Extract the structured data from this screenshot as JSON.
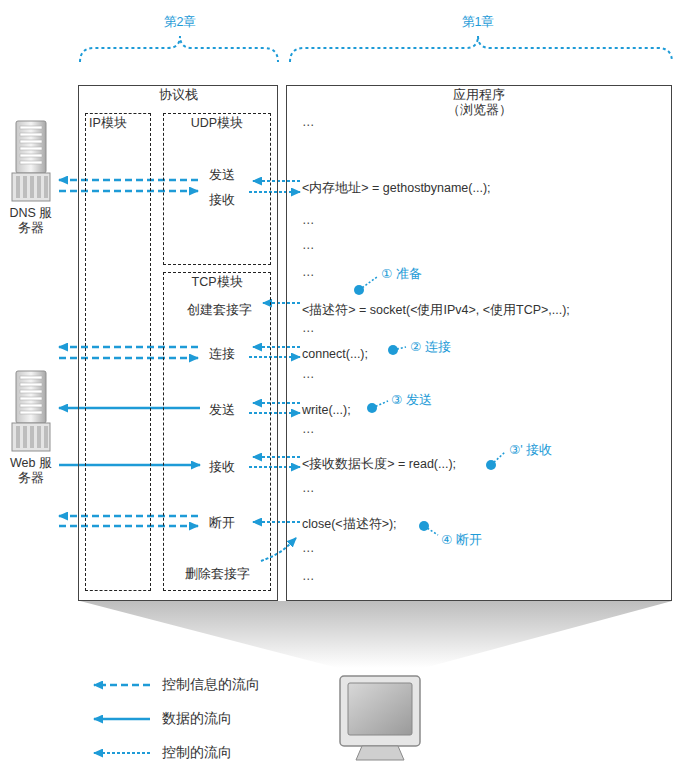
{
  "diagram": {
    "nodes": [
      {
        "text": [
          "协议栈"
        ]
      },
      {
        "text": [
          "IP模块"
        ],
        "in": 0
      },
      {
        "text": [
          "UDP模块"
        ],
        "in": 0
      },
      {
        "text": [
          "TCP模块"
        ],
        "in": 0
      },
      {
        "text": [
          "应用程序 （浏览器）"
        ]
      },
      {
        "text": [
          "DNS 服务器"
        ]
      },
      {
        "text": [
          "Web 服务器"
        ]
      }
    ],
    "edges": [
      {
        "from": 2,
        "to": 5,
        "arrow": "to"
      },
      {
        "from": 5,
        "to": 2,
        "arrow": "to"
      },
      {
        "from": 4,
        "to": 2,
        "arrow": "to"
      },
      {
        "from": 2,
        "to": 4,
        "arrow": "to"
      },
      {
        "from": 4,
        "to": 3,
        "arrow": "to"
      },
      {
        "from": 3,
        "to": 6,
        "arrow": "to"
      },
      {
        "from": 6,
        "to": 3,
        "arrow": "to"
      },
      {
        "from": 4,
        "to": 3,
        "arrow": "to"
      },
      {
        "from": 3,
        "to": 4,
        "arrow": "to"
      },
      {
        "from": 3,
        "to": 6,
        "arrow": "to"
      },
      {
        "from": 4,
        "to": 3,
        "arrow": "to"
      },
      {
        "from": 3,
        "to": 4,
        "arrow": "to"
      },
      {
        "from": 6,
        "to": 3,
        "arrow": "to"
      },
      {
        "from": 4,
        "to": 3,
        "arrow": "to"
      },
      {
        "from": 3,
        "to": 4,
        "arrow": "to"
      },
      {
        "from": 3,
        "to": 6,
        "arrow": "to"
      },
      {
        "from": 6,
        "to": 3,
        "arrow": "to"
      },
      {
        "from": 4,
        "to": 3,
        "arrow": "to"
      },
      {
        "from": 3,
        "to": 4,
        "arrow": "to"
      }
    ],
    "labels": [
      "第2章",
      "第1章",
      "…",
      "<内存地址> = gethostbyname(...);",
      "…",
      "…",
      "…",
      "<描述符> = socket(<使用IPv4>, <使用TCP>,...);",
      "…",
      "connect(...);",
      "…",
      "write(...);",
      "…",
      "<接收数据长度> = read(...);",
      "…",
      "close(<描述符>);",
      "…",
      "…",
      "① 准备",
      "② 连接",
      "③ 发送",
      "③' 接收",
      "④ 断开",
      "发送",
      "接收",
      "创建套接字",
      "连接",
      "发送",
      "接收",
      "断开",
      "删除套接字"
    ],
    "legend": [
      {
        "text": "控制信息的流向"
      },
      {
        "text": "数据的流向"
      },
      {
        "text": "控制的流向"
      }
    ]
  }
}
